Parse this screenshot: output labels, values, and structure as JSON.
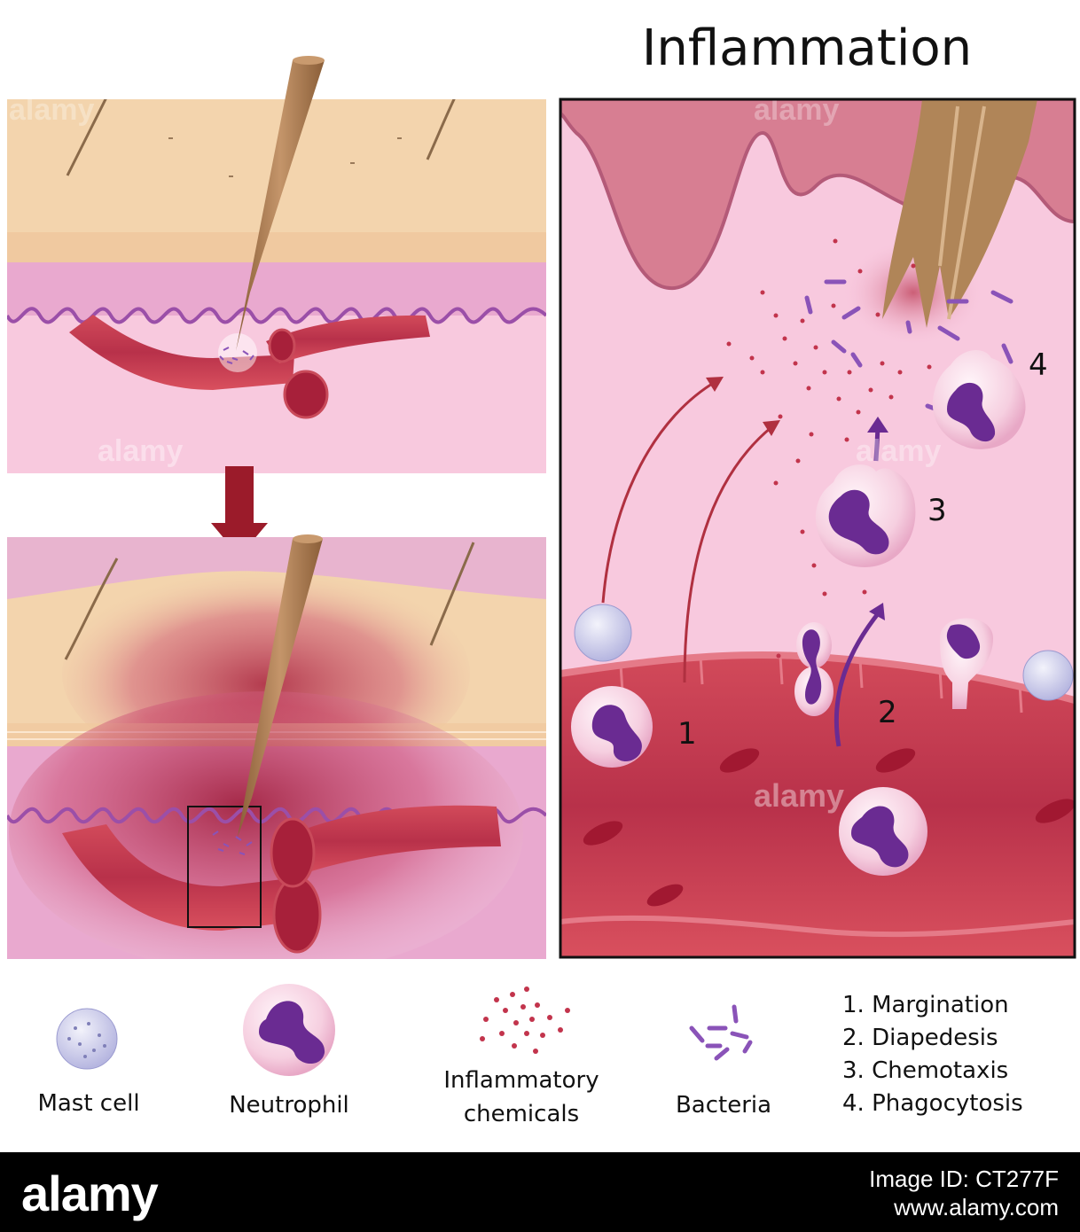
{
  "title": "Inflammation",
  "step_numbers": [
    "1",
    "2",
    "3",
    "4"
  ],
  "legend": {
    "mast_cell": "Mast cell",
    "neutrophil": "Neutrophil",
    "inflammatory_line1": "Inflammatory",
    "inflammatory_line2": "chemicals",
    "bacteria": "Bacteria"
  },
  "steps": [
    "1. Margination",
    "2. Diapedesis",
    "3. Chemotaxis",
    "4. Phagocytosis"
  ],
  "watermark": "alamy",
  "footer": {
    "logo": "alamy",
    "image_id": "Image ID: CT277F",
    "site": "www.alamy.com"
  },
  "colors": {
    "epidermis": "#f3d4ad",
    "dermis": "#e9a9cf",
    "tissue": "#f7c7df",
    "vessel": "#b8314a",
    "vessel_light": "#d9505e",
    "hair": "#a9784b",
    "neutrophil_nucleus": "#6a2b92",
    "mast_cell": "#c7c7e6",
    "chemical": "#c2344c",
    "bacteria": "#8a53b8",
    "arrow_red": "#b03040",
    "arrow_down": "#9b1b2a"
  }
}
